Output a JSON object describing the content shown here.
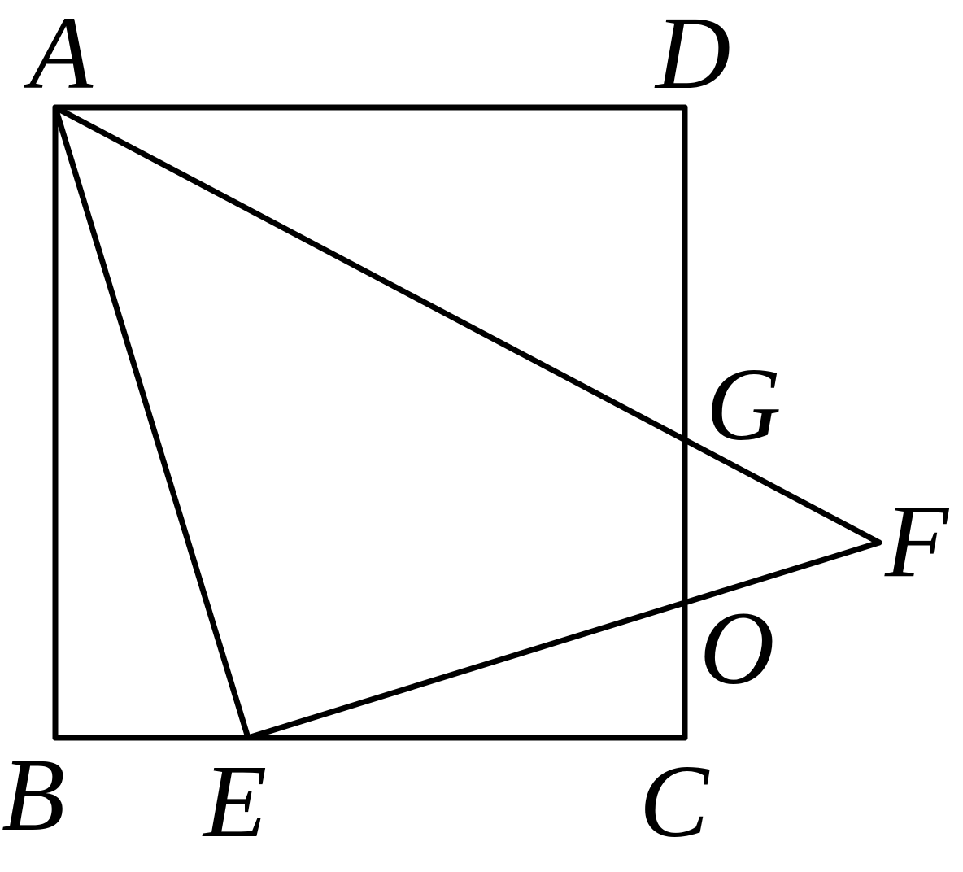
{
  "points": {
    "A": {
      "label": "A"
    },
    "B": {
      "label": "B"
    },
    "C": {
      "label": "C"
    },
    "D": {
      "label": "D"
    },
    "E": {
      "label": "E"
    },
    "F": {
      "label": "F"
    },
    "G": {
      "label": "G"
    },
    "O": {
      "label": "O"
    }
  },
  "segments": [
    [
      "A",
      "B"
    ],
    [
      "B",
      "C"
    ],
    [
      "C",
      "D"
    ],
    [
      "D",
      "A"
    ],
    [
      "A",
      "E"
    ],
    [
      "A",
      "F"
    ],
    [
      "E",
      "F"
    ]
  ],
  "colors": {
    "stroke": "#000000",
    "background": "#ffffff"
  }
}
